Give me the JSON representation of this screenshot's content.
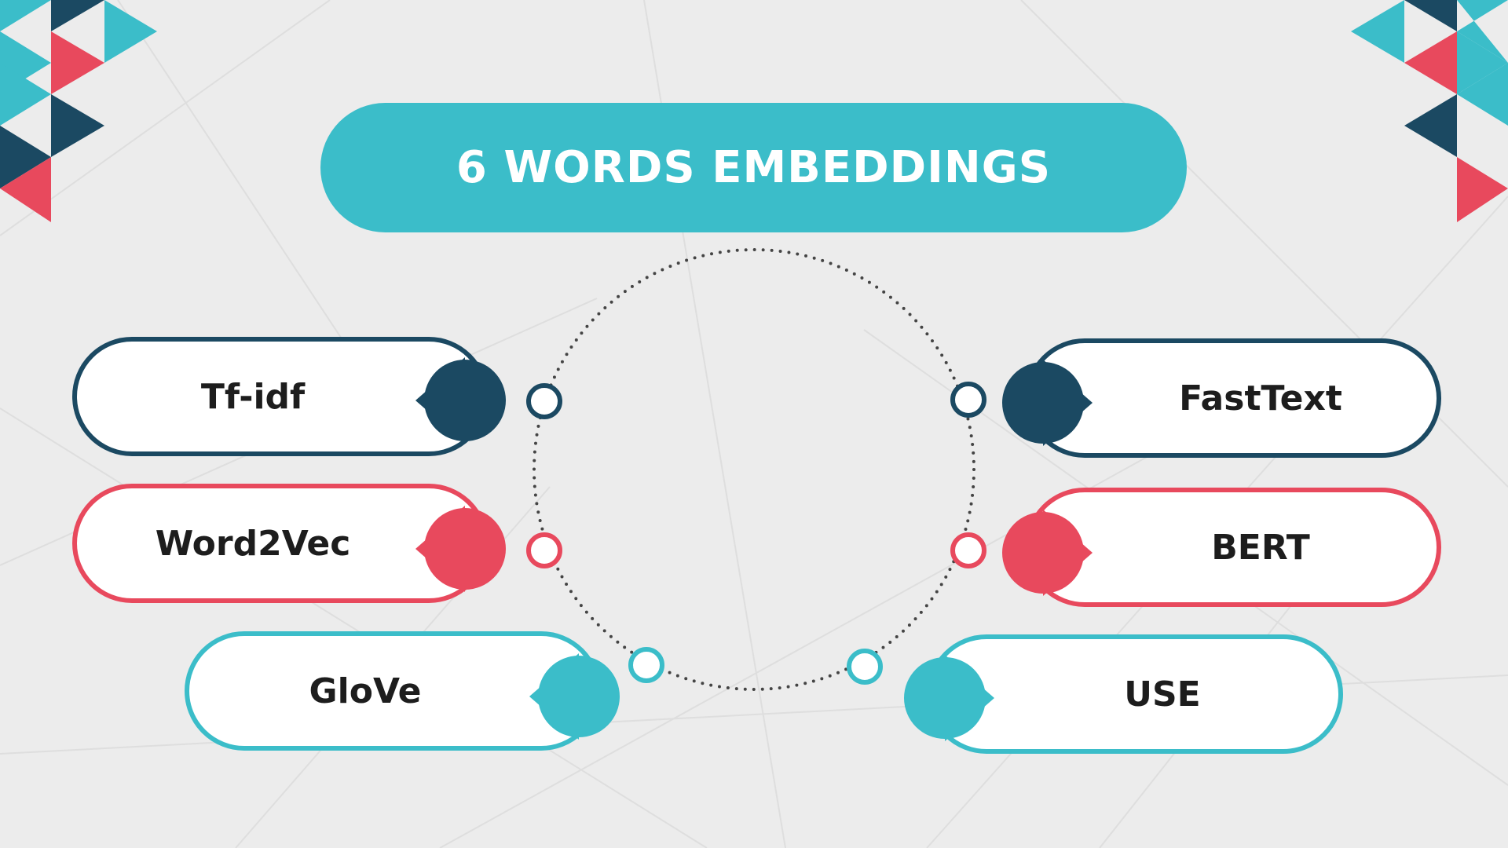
{
  "title": "6 WORDS EMBEDDINGS",
  "colors": {
    "navy": "#1b4962",
    "red": "#e8495d",
    "teal": "#3bbdc9",
    "background": "#ececec"
  },
  "items": [
    {
      "label": "Tf-idf",
      "color": "navy",
      "side": "left"
    },
    {
      "label": "Word2Vec",
      "color": "red",
      "side": "left"
    },
    {
      "label": "GloVe",
      "color": "teal",
      "side": "left"
    },
    {
      "label": "FastText",
      "color": "navy",
      "side": "right"
    },
    {
      "label": "BERT",
      "color": "red",
      "side": "right"
    },
    {
      "label": "USE",
      "color": "teal",
      "side": "right"
    }
  ]
}
